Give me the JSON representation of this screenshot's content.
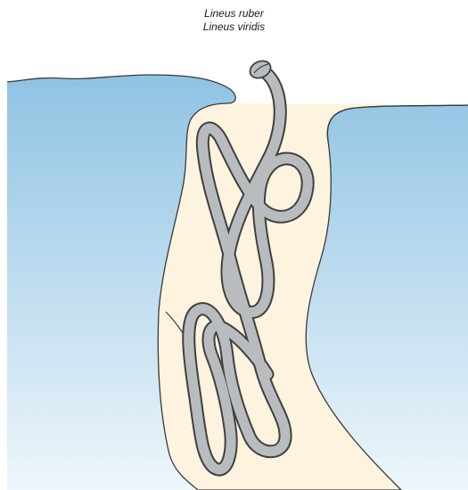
{
  "labels": {
    "species_1": "Lineus ruber",
    "species_2": "Lineus viridis"
  },
  "colors": {
    "water_top": "#8fc3e3",
    "water_bottom": "#eef6fb",
    "sediment": "#fdf3df",
    "worm_fill": "#b9bcbf",
    "worm_outline": "#404040",
    "burrow_outline": "#3a3a3a"
  },
  "icons": {
    "worm": "nemertean-worm-icon",
    "burrow": "burrow-outline"
  }
}
